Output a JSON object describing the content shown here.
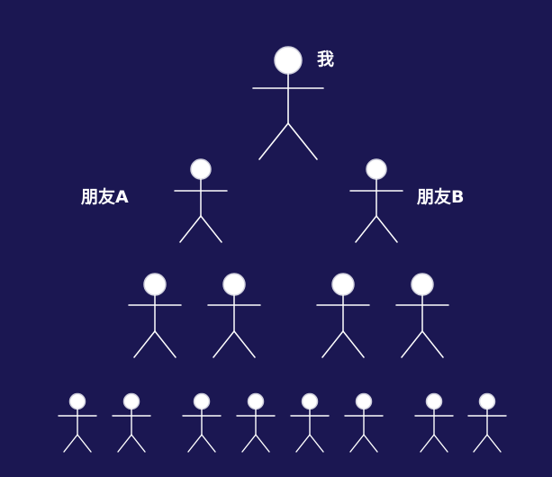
{
  "labels": {
    "me": "我",
    "friend_a": "朋友A",
    "friend_b": "朋友B"
  },
  "tree": {
    "levels": [
      {
        "count": 1
      },
      {
        "count": 2
      },
      {
        "count": 4
      },
      {
        "count": 8
      }
    ]
  },
  "colors": {
    "background": "#1b1752",
    "figure_stroke": "#ffffff",
    "head_fill": "#ffffff",
    "head_outline": "#cfcfdc",
    "label_text": "#ffffff"
  }
}
